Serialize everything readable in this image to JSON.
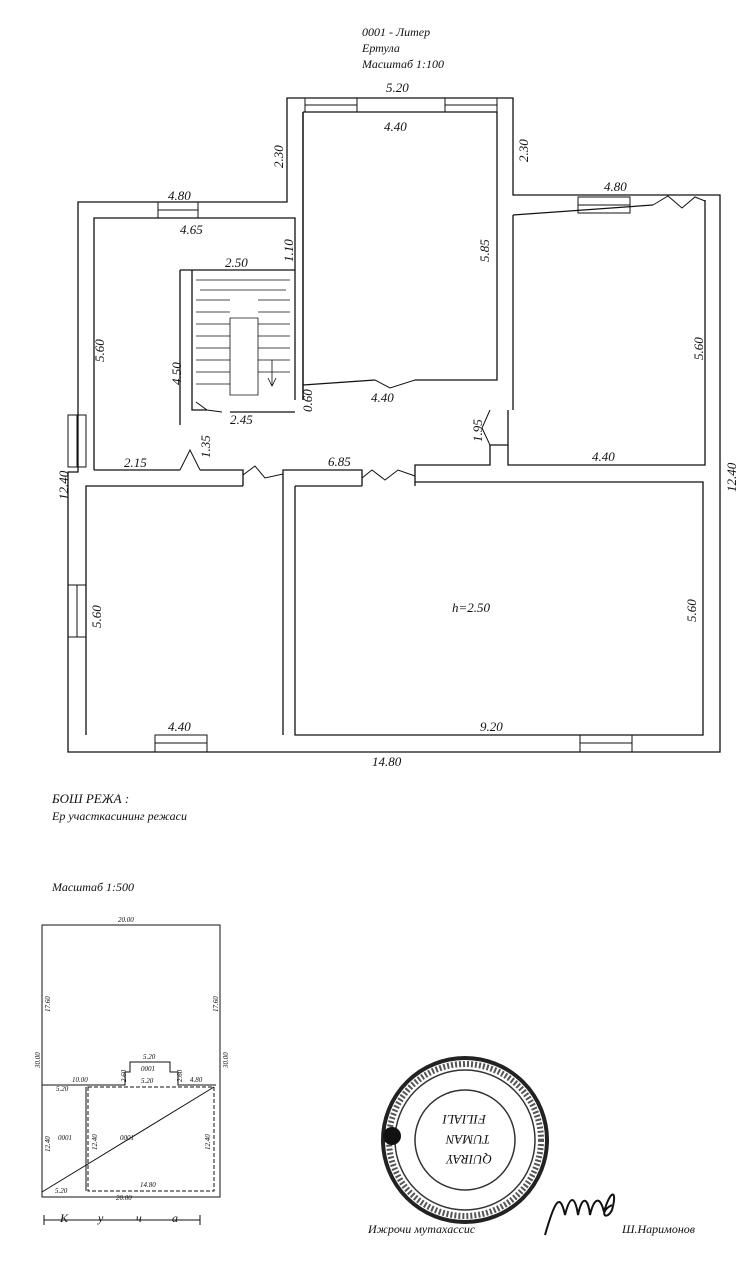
{
  "header": {
    "line1": "0001 - Литер",
    "line2": "Ертула",
    "line3": "Масштаб 1:100"
  },
  "plan": {
    "dims": {
      "top_52": "5.20",
      "in_440a": "4.40",
      "l230": "2.30",
      "r230": "2.30",
      "l480": "4.80",
      "r480": "4.80",
      "l465": "4.65",
      "v110": "1.10",
      "s250": "2.50",
      "v585": "5.85",
      "v560l": "5.60",
      "v560r": "5.60",
      "v450": "4.50",
      "v060": "0.60",
      "h440b": "4.40",
      "s245": "2.45",
      "v195": "1.95",
      "v135": "1.35",
      "h215": "2.15",
      "h685": "6.85",
      "h440c": "4.40",
      "v1240l": "12.40",
      "v1240r": "12.40",
      "v560bl": "5.60",
      "v560br": "5.60",
      "height": "h=2.50",
      "h440d": "4.40",
      "h920": "9.20",
      "total": "14.80"
    }
  },
  "site": {
    "title": "БОШ РЕЖА :",
    "subtitle": "Ер участкасининг режаси",
    "scale": "Масштаб  1:500",
    "dims": {
      "top": "20.00",
      "left_upper": "17.60",
      "right_upper": "17.60",
      "left_full": "30.00",
      "right_full": "30.00",
      "b520": "5.20",
      "b260a": "2.60",
      "b260b": "2.60",
      "b0001": "0001",
      "b520b": "5.20",
      "b480": "4.80",
      "d520": "5.20",
      "d1000": "10.00",
      "l1240": "12.40",
      "l0001": "0001",
      "m1240": "12.40",
      "m0001": "0001",
      "r1240": "12.40",
      "bot1480": "14.80",
      "bot2000": "20.00",
      "bot520": "5.20"
    },
    "street": [
      "К",
      "у",
      "ч",
      "а"
    ]
  },
  "stamp": {
    "line1": "QUIRAY",
    "line2": "TUMAN",
    "line3": "FILIALI"
  },
  "signature": {
    "role": "Ижрочи мутахассис",
    "name": "Ш.Наримонов"
  }
}
